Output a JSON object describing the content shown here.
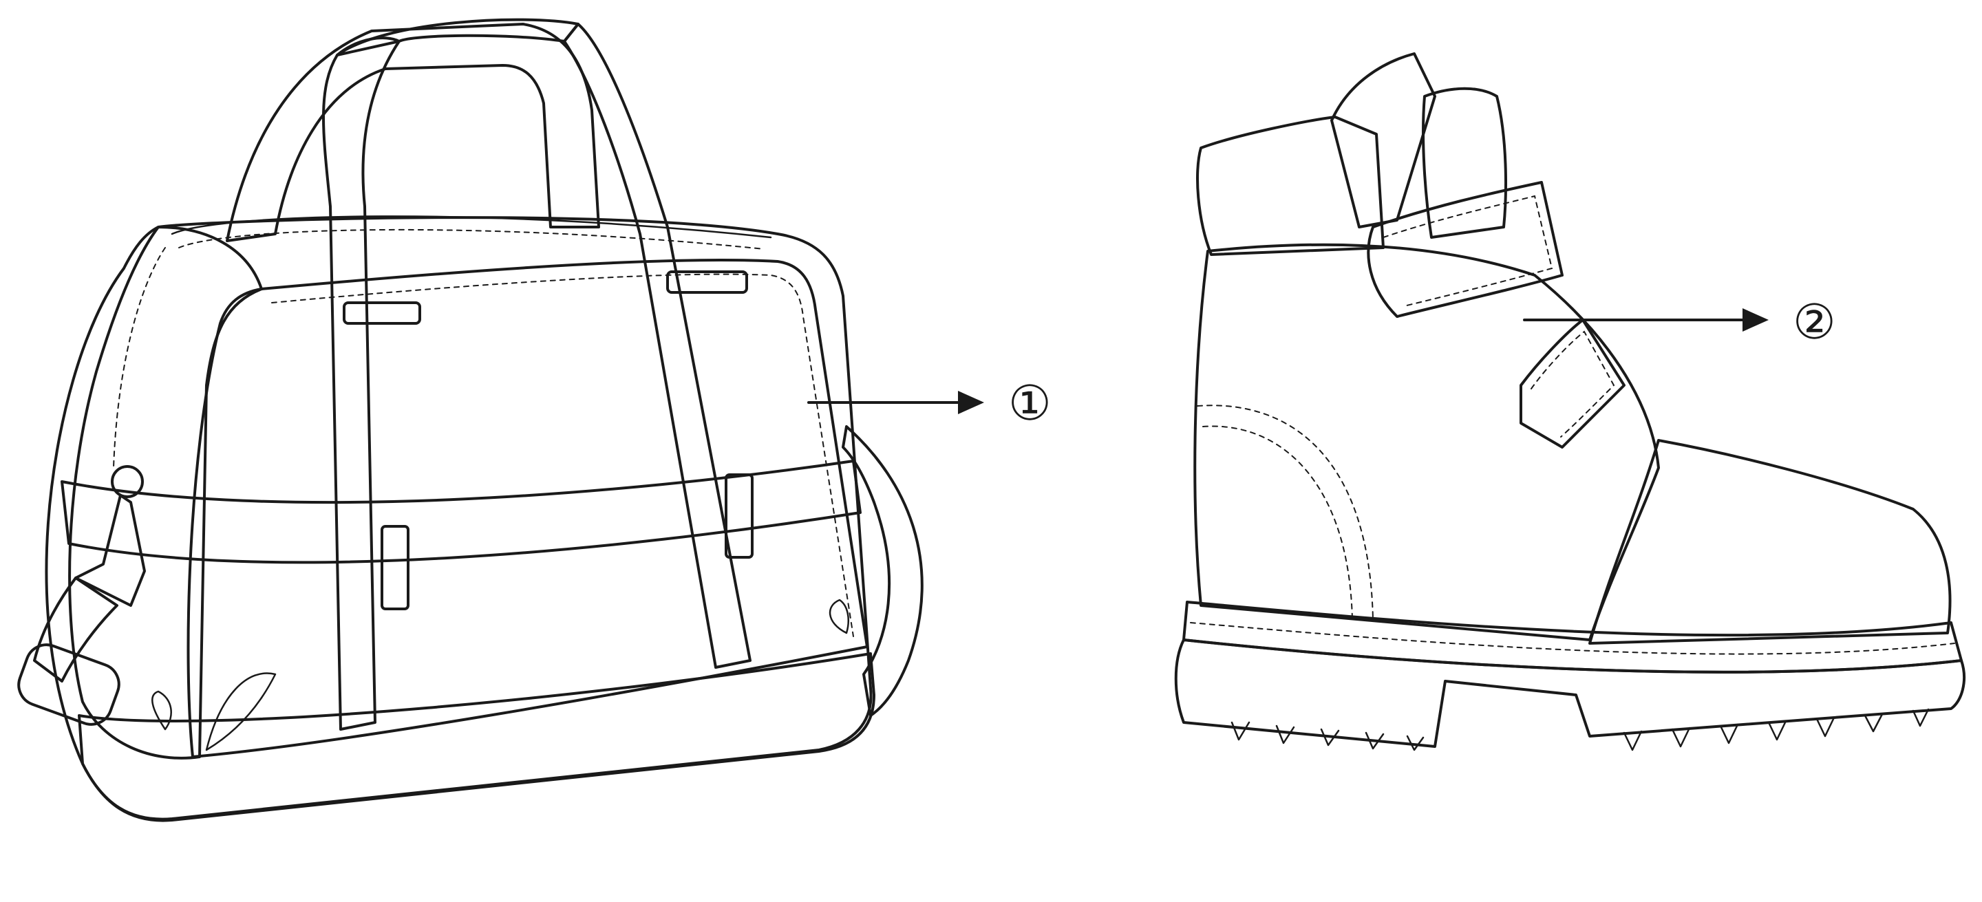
{
  "callouts": [
    {
      "id": "callout-1",
      "label": "①"
    },
    {
      "id": "callout-2",
      "label": "②"
    }
  ],
  "colors": {
    "outline": "#1a1a1a",
    "fill_light_gray": "#d3d3d3",
    "fill_mid_gray": "#b0b0b0",
    "fill_white": "#ffffff"
  }
}
